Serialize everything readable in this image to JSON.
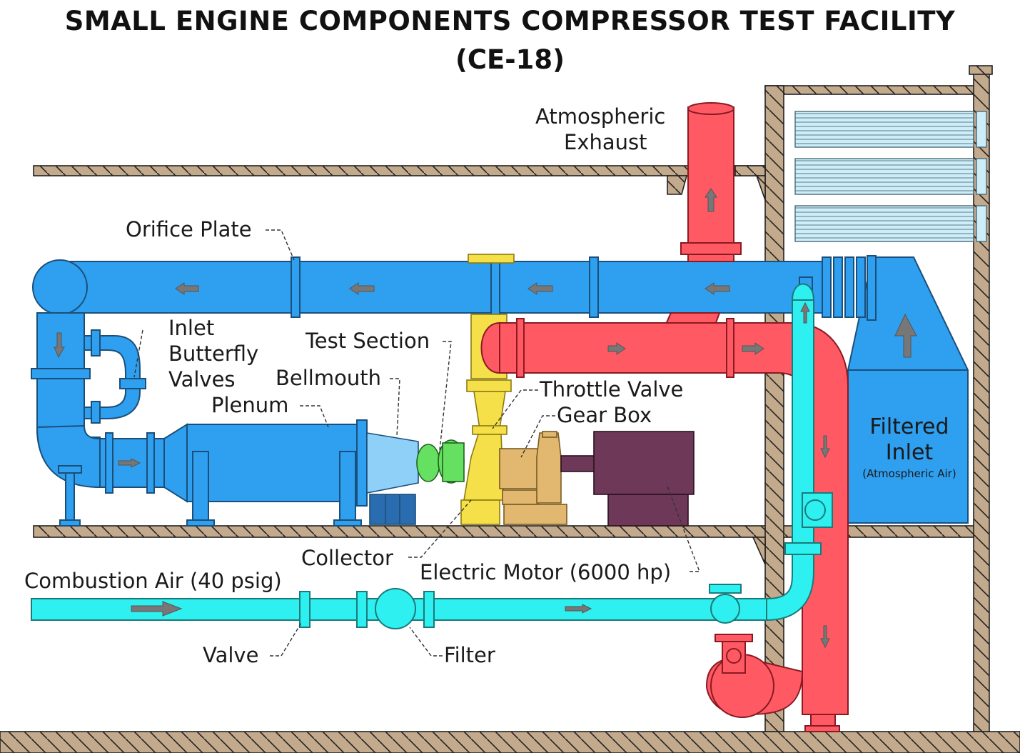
{
  "title": {
    "line1": "SMALL ENGINE COMPONENTS COMPRESSOR TEST FACILITY",
    "line2": "(CE-18)"
  },
  "labels": {
    "atmospheric_exhaust_1": "Atmospheric",
    "atmospheric_exhaust_2": "Exhaust",
    "orifice_plate": "Orifice Plate",
    "inlet_butterfly_1": "Inlet",
    "inlet_butterfly_2": "Butterfly",
    "inlet_butterfly_3": "Valves",
    "test_section": "Test Section",
    "bellmouth": "Bellmouth",
    "plenum": "Plenum",
    "throttle_valve": "Throttle Valve",
    "gear_box": "Gear Box",
    "filtered_inlet_1": "Filtered",
    "filtered_inlet_2": "Inlet",
    "filtered_inlet_3": "(Atmospheric Air)",
    "collector": "Collector",
    "electric_motor": "Electric Motor (6000 hp)",
    "combustion_air": "Combustion Air (40 psig)",
    "valve": "Valve",
    "filter": "Filter"
  },
  "colors": {
    "blue_pipe": "#2f9ff0",
    "red_pipe": "#ff5a64",
    "cyan_pipe": "#2ef0f0",
    "yellow_collector": "#f6e04a",
    "green_test_section": "#66e060",
    "tan_gearbox": "#e2b870",
    "purple_motor": "#6e3858",
    "building": "#c3aa8c",
    "filter_panel": "#c8ecf6"
  }
}
